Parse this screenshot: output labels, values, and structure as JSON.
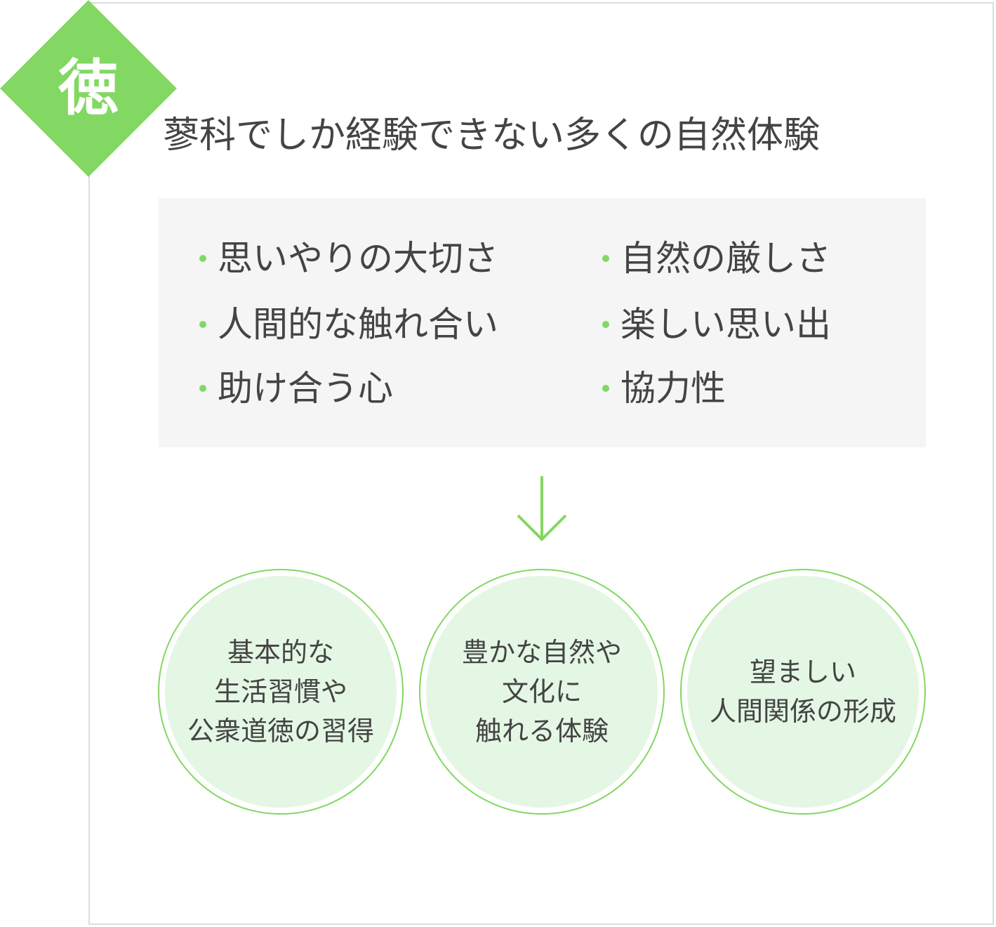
{
  "badge": {
    "label": "徳",
    "color": "#82d862"
  },
  "title": "蓼科でしか経験できない多くの自然体験",
  "experiences": {
    "left": [
      "思いやりの大切さ",
      "人間的な触れ合い",
      "助け合う心"
    ],
    "right": [
      "自然の厳しさ",
      "楽しい思い出",
      "協力性"
    ]
  },
  "arrow_icon": "arrow-down-icon",
  "outcomes": [
    {
      "lines": [
        "基本的な",
        "生活習慣や",
        "公衆道徳の習得"
      ]
    },
    {
      "lines": [
        "豊かな自然や",
        "文化に",
        "触れる体験"
      ]
    },
    {
      "lines": [
        "望ましい",
        "人間関係の形成"
      ]
    }
  ]
}
